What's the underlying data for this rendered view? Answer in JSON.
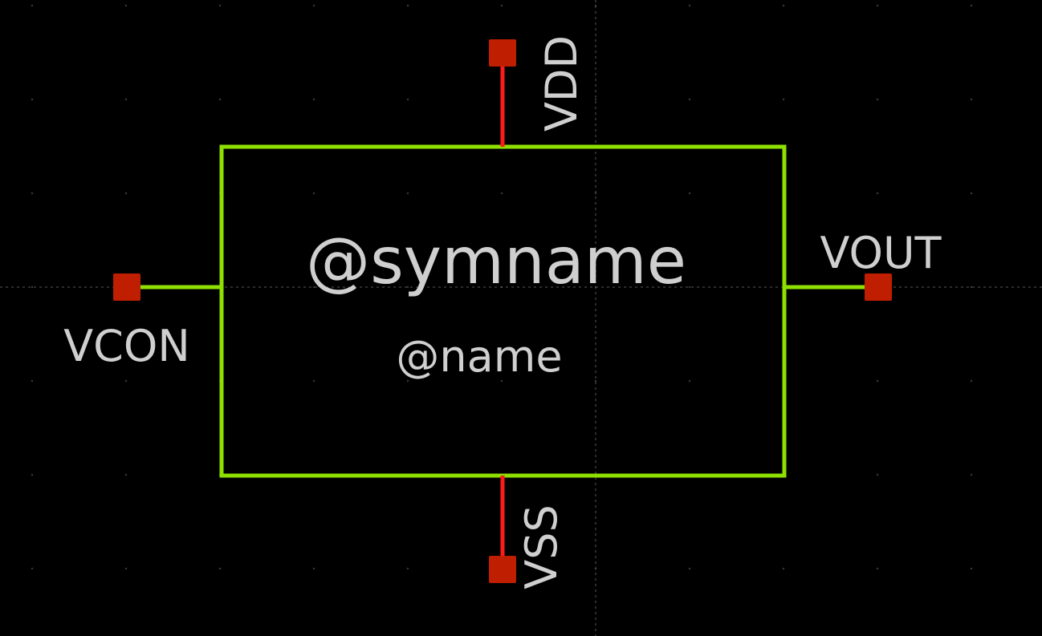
{
  "symbol": {
    "symname": "@symname",
    "name": "@name"
  },
  "pins": {
    "vdd": "VDD",
    "vss": "VSS",
    "vcon": "VCON",
    "vout": "VOUT"
  },
  "colors": {
    "background": "#000000",
    "body_outline": "#8ee000",
    "supply_wire": "#ff1a1a",
    "pin_box": "#c01e00",
    "label_text": "#cfcfcf",
    "grid_dot": "#3a3a3a",
    "axis_line": "#5a5a5a"
  }
}
